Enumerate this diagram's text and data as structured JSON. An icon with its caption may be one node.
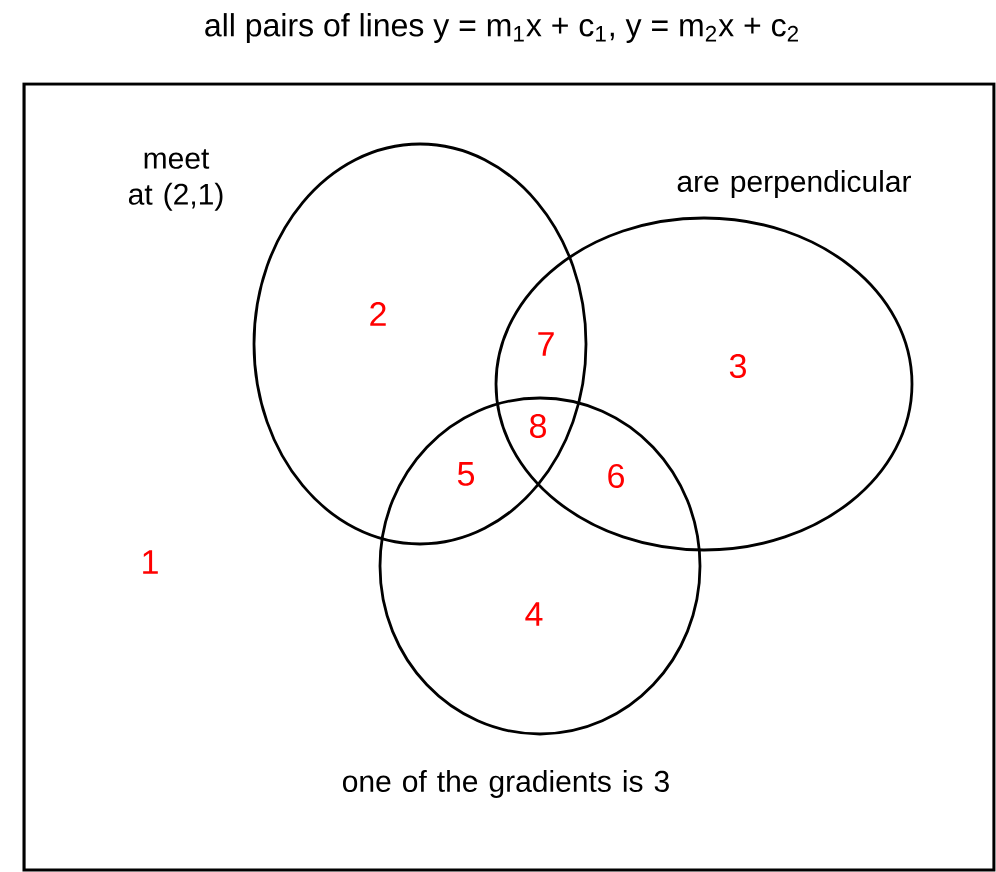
{
  "diagram": {
    "title": "all pairs of lines y = m$_{1}$x + c$_{1}$, y = m$_{2}$x + c$_{2}$",
    "nodes": [
      {
        "text": [],
        "shape": "box"
      },
      {
        "text": [
          "meet at (2,1)"
        ],
        "in": 0
      },
      {
        "text": [
          "are perpendicular"
        ],
        "in": 0
      },
      {
        "text": [
          "one of the gradients is 3"
        ],
        "in": 0
      }
    ],
    "labels": [
      "2",
      "7",
      "3",
      "8",
      "5",
      "6",
      "1",
      "4"
    ]
  }
}
